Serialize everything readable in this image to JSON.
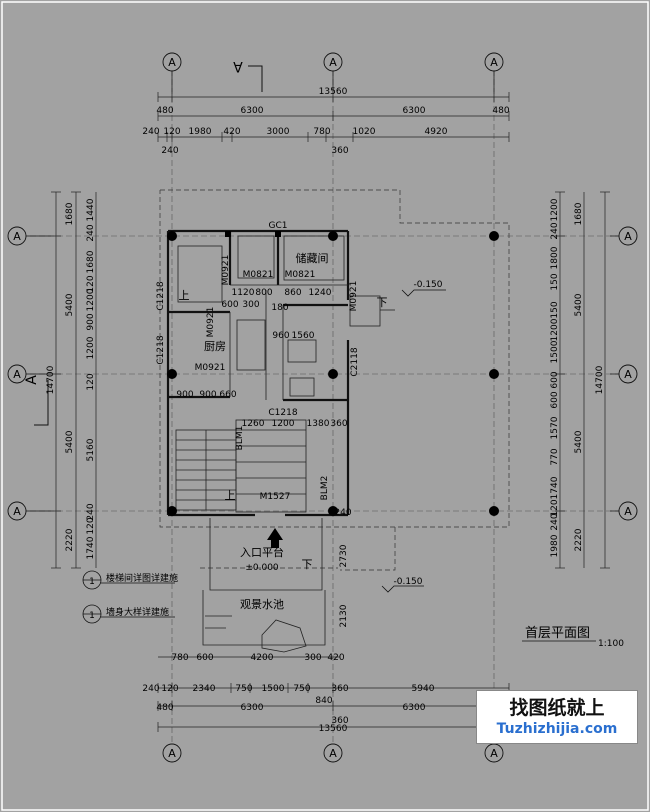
{
  "drawing": {
    "title": "首层平面图",
    "scale": "1:100",
    "axis_label": "A",
    "section_mark": "A"
  },
  "dims": {
    "top_total": "13560",
    "top_row1": [
      "480",
      "6300",
      "6300",
      "480"
    ],
    "top_row2": [
      "240",
      "120",
      "1980",
      "420",
      "3000",
      "780",
      "1020",
      "4920"
    ],
    "top_small": [
      "240",
      "360"
    ],
    "bottom_total": "13560",
    "bottom_row1": [
      "480",
      "6300",
      "6300",
      "480"
    ],
    "bottom_row2": [
      "240",
      "120",
      "2340",
      "750",
      "1500",
      "750",
      "360",
      "5940"
    ],
    "bottom_row3": [
      "780",
      "600",
      "4200",
      "300",
      "420"
    ],
    "bottom_small": [
      "840",
      "360"
    ],
    "left_total": "14700",
    "left_row1": [
      "1680",
      "5400",
      "5400",
      "2220"
    ],
    "left_row2": [
      "1440",
      "240",
      "1680",
      "120",
      "1200",
      "900",
      "1200",
      "120",
      "5160",
      "240",
      "120",
      "1740"
    ],
    "right_total": "14700",
    "right_row1": [
      "1680",
      "5400",
      "5400",
      "2220"
    ],
    "right_row2": [
      "1200",
      "240",
      "1800",
      "150",
      "150",
      "1200",
      "1500",
      "600",
      "600",
      "1570",
      "770",
      "1740",
      "120",
      "240",
      "1980"
    ],
    "inner": [
      "1120",
      "800",
      "860",
      "1240",
      "600",
      "300",
      "180",
      "960",
      "1560",
      "900",
      "900",
      "660",
      "1260",
      "1200",
      "1380",
      "360",
      "2730",
      "2130",
      "240"
    ]
  },
  "rooms": {
    "storage": "储藏间",
    "kitchen": "厨房",
    "entry": "入口平台",
    "entry_level": "±0.000",
    "pond": "观景水池",
    "up1": "上",
    "up2": "上",
    "down1": "下",
    "down2": "下"
  },
  "codes": {
    "gc1": "GC1",
    "m0821a": "M0821",
    "m0821b": "M0821",
    "m0921a": "M0921",
    "m0921b": "M0921",
    "m0921c": "M0921",
    "c1218a": "C1218",
    "c1218b": "C1218",
    "c1218c": "C1218",
    "c2118": "C2118",
    "m1527": "M1527",
    "blm1": "BLM1",
    "blm2": "BLM2",
    "m0921d": "M0921"
  },
  "levels": {
    "l1": "-0.150",
    "l2": "-0.150"
  },
  "notes": [
    {
      "num": "1",
      "text": "楼梯间详图详建施"
    },
    {
      "num": "1",
      "text": "墙身大样详建施"
    }
  ],
  "watermark": {
    "line1": "找图纸就上",
    "line2": "Tuzhizhijia.com"
  }
}
